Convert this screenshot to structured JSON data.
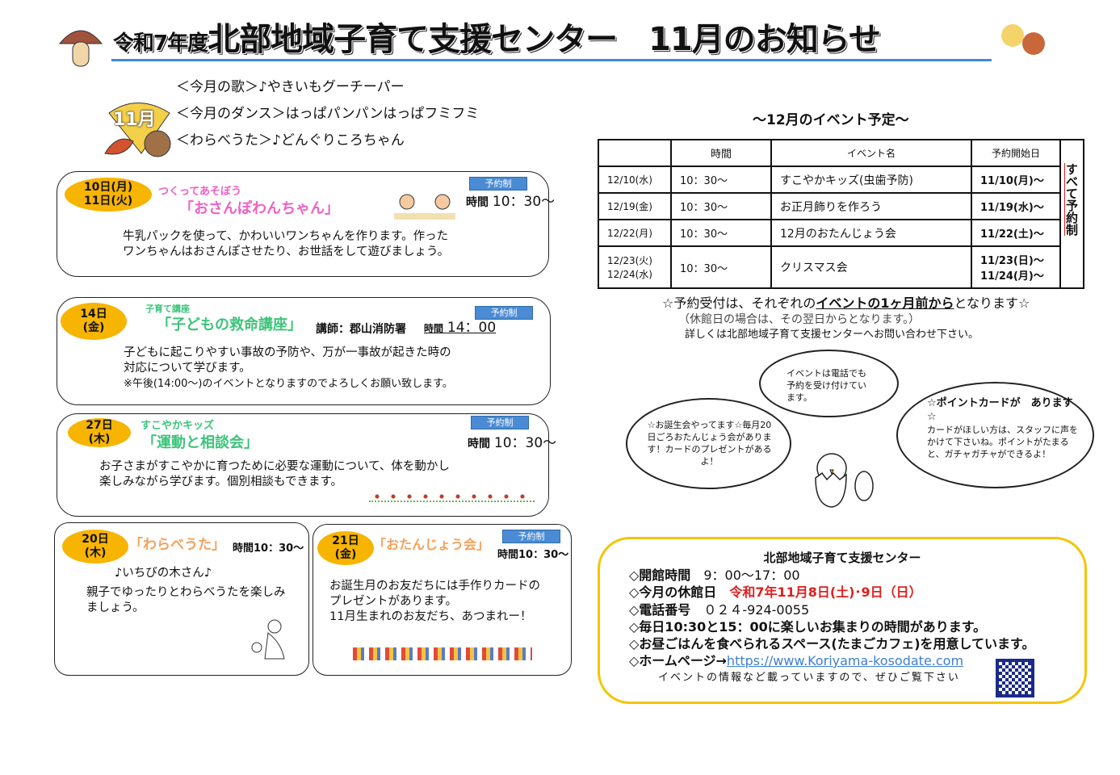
{
  "header": {
    "title_prefix": "令和7年度",
    "title_main": "北部地域子育て支援センター　11月のお知らせ"
  },
  "month_badge": "11月",
  "songs": [
    "＜今月の歌＞♪やきいもグーチーパー",
    "＜今月のダンス＞はっぱパンパンはっぱフミフミ",
    "＜わらべうた＞♪どんぐりころちゃん"
  ],
  "events": [
    {
      "date1": "10日(月)",
      "date2": "11日(火)",
      "subtitle": "つくってあそぼう",
      "title": "「おさんぽわんちゃん」",
      "badge": "予約制",
      "time_label": "時間",
      "time": "10：30～",
      "desc": [
        "牛乳パックを使って、かわいいワンちゃんを作ります。作った",
        "ワンちゃんはおさんぽさせたり、お世話をして遊びましょう。"
      ]
    },
    {
      "date1": "14日",
      "date2": "(金)",
      "subtitle": "子育て講座",
      "title": "「子どもの救命講座」",
      "lecturer": "講師：郡山消防署",
      "badge": "予約制",
      "time_label": "時間",
      "time": "14：00",
      "desc": [
        "子どもに起こりやすい事故の予防や、万が一事故が起きた時の",
        "対応について学びます。",
        "※午後(14:00～)のイベントとなりますのでよろしくお願い致します。"
      ]
    },
    {
      "date1": "27日",
      "date2": "(木)",
      "subtitle": "すこやかキッズ",
      "title": "「運動と相談会」",
      "badge": "予約制",
      "time_label": "時間",
      "time": "10：30～",
      "desc": [
        "お子さまがすこやかに育つために必要な運動について、体を動かし",
        "楽しみながら学びます。個別相談もできます。"
      ]
    },
    {
      "date1": "20日",
      "date2": "(木)",
      "title": "「わらべうた」",
      "time_label": "時間",
      "time": "10：30～",
      "song": "♪いちびの木さん♪",
      "desc": [
        "親子でゆったりとわらべうたを楽しみ",
        "ましょう。"
      ]
    },
    {
      "date1": "21日",
      "date2": "(金)",
      "title": "「おたんじょう会」",
      "badge": "予約制",
      "time_label": "時間",
      "time": "10：30～",
      "desc": [
        "お誕生月のお友だちには手作りカードの",
        "プレゼントがあります。",
        "11月生まれのお友だち、あつまれー！"
      ]
    }
  ],
  "december": {
    "heading": "～12月のイベント予定～",
    "headers": [
      "",
      "時間",
      "イベント名",
      "予約開始日"
    ],
    "rows": [
      [
        "12/10(水)",
        "10：30～",
        "すこやかキッズ(虫歯予防)",
        "11/10(月)～"
      ],
      [
        "12/19(金)",
        "10：30～",
        "お正月飾りを作ろう",
        "11/19(水)～"
      ],
      [
        "12/22(月)",
        "10：30～",
        "12月のおたんじょう会",
        "11/22(土)～"
      ],
      [
        "12/23(火)\n12/24(水)",
        "10：30～",
        "クリスマス会",
        "11/23(日)～\n11/24(月)～"
      ]
    ],
    "side_note": "すべて予約制",
    "note1_a": "☆予約受付は、それぞれの",
    "note1_b": "イベントの1ヶ月前から",
    "note1_c": "となります☆",
    "note2": "（休館日の場合は、その翌日からとなります。）",
    "note3": "詳しくは北部地域子育て支援センターへお問い合わせ下さい。"
  },
  "bubbles": {
    "phone": "イベントは電話でも予約を受け付けています。",
    "birthday": "☆お誕生会やってます☆毎月20日ごろおたんじょう会があります！カードのプレゼントがあるよ！",
    "point_title": "☆ポイントカードが　あります☆",
    "point_body": "カードがほしい方は、スタッフに声をかけて下さいね。ポイントがたまると、ガチャガチャができるよ！"
  },
  "info": {
    "title": "北部地域子育て支援センター",
    "hours_label": "◇開館時間",
    "hours": "9：00～17：00",
    "closed_label": "◇今月の休館日",
    "closed": "令和7年11月8日(土)･9日（日）",
    "phone_label": "◇電話番号",
    "phone": "０２４-924-0055",
    "gathering": "◇毎日10:30と15：00に楽しいお集まりの時間があります。",
    "cafe": "◇お昼ごはんを食べられるスペース(たまごカフェ)を用意しています。",
    "hp_label": "◇ホームページ→",
    "hp_url": "https://www.Koriyama-kosodate.com",
    "hp_note": "イベントの情報など載っていますので、ぜひご覧下さい"
  },
  "colors": {
    "accent_blue": "#3d8ad8",
    "oval": "#f7b400",
    "pink": "#ee5fc8",
    "green": "#3cc47a",
    "orange": "#f5a05a",
    "red": "#e02020",
    "gold": "#f5c400"
  }
}
